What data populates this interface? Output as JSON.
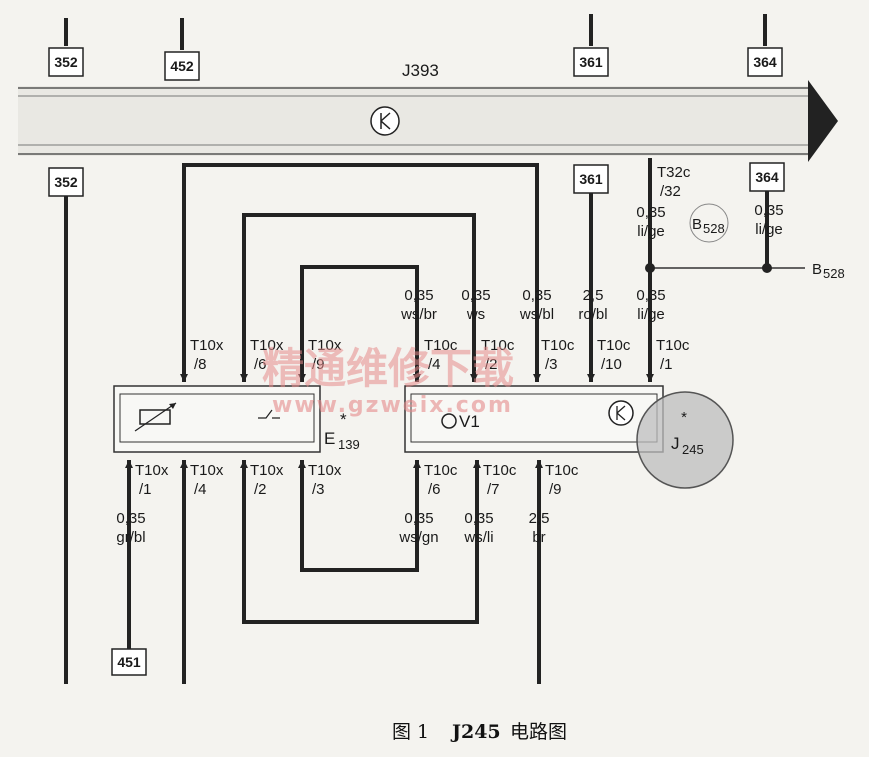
{
  "diagram": {
    "bus_label": "J393",
    "top_connectors": [
      "352",
      "452",
      "361",
      "364"
    ],
    "lower_connectors": {
      "left": "352",
      "mid": "361",
      "right": "364",
      "bottom": "451"
    },
    "t32c": {
      "pin": "T32c",
      "num": "/32"
    },
    "b528": {
      "circle": "B",
      "circle_sub": "528",
      "line": "B",
      "line_sub": "528"
    },
    "wires": {
      "li_ge_left": {
        "gauge": "0,35",
        "color": "li/ge"
      },
      "li_ge_right": {
        "gauge": "0,35",
        "color": "li/ge"
      },
      "li_ge_mid": {
        "gauge": "0,35",
        "color": "li/ge"
      },
      "ws_br": {
        "gauge": "0,35",
        "color": "ws/br"
      },
      "ws": {
        "gauge": "0,35",
        "color": "ws"
      },
      "ws_bl": {
        "gauge": "0,35",
        "color": "ws/bl"
      },
      "ro_bl": {
        "gauge": "2,5",
        "color": "ro/bl"
      },
      "gr_bl": {
        "gauge": "0,35",
        "color": "gr/bl"
      },
      "ws_gn": {
        "gauge": "0,35",
        "color": "ws/gn"
      },
      "ws_li": {
        "gauge": "0,35",
        "color": "ws/li"
      },
      "br": {
        "gauge": "2,5",
        "color": "br"
      }
    },
    "pins_top": [
      {
        "pin": "T10x",
        "num": "/8"
      },
      {
        "pin": "T10x",
        "num": "/6"
      },
      {
        "pin": "T10x",
        "num": "/9"
      },
      {
        "pin": "T10c",
        "num": "/4"
      },
      {
        "pin": "T10c",
        "num": "/2"
      },
      {
        "pin": "T10c",
        "num": "/3"
      },
      {
        "pin": "T10c",
        "num": "/10"
      },
      {
        "pin": "T10c",
        "num": "/1"
      }
    ],
    "pins_bottom": [
      {
        "pin": "T10x",
        "num": "/1"
      },
      {
        "pin": "T10x",
        "num": "/4"
      },
      {
        "pin": "T10x",
        "num": "/2"
      },
      {
        "pin": "T10x",
        "num": "/3"
      },
      {
        "pin": "T10c",
        "num": "/6"
      },
      {
        "pin": "T10c",
        "num": "/7"
      },
      {
        "pin": "T10c",
        "num": "/9"
      }
    ],
    "components": {
      "e139": {
        "letter": "E",
        "sub": "139",
        "star": "*"
      },
      "v1": {
        "label": "V1"
      },
      "j245": {
        "letter": "J",
        "sub": "245",
        "star": "*"
      }
    },
    "watermark": {
      "cn": "精通维修下载",
      "url": "www.gzweix.com"
    },
    "caption": {
      "prefix": "图 1",
      "bold": "J245",
      "suffix": "电路图"
    }
  }
}
